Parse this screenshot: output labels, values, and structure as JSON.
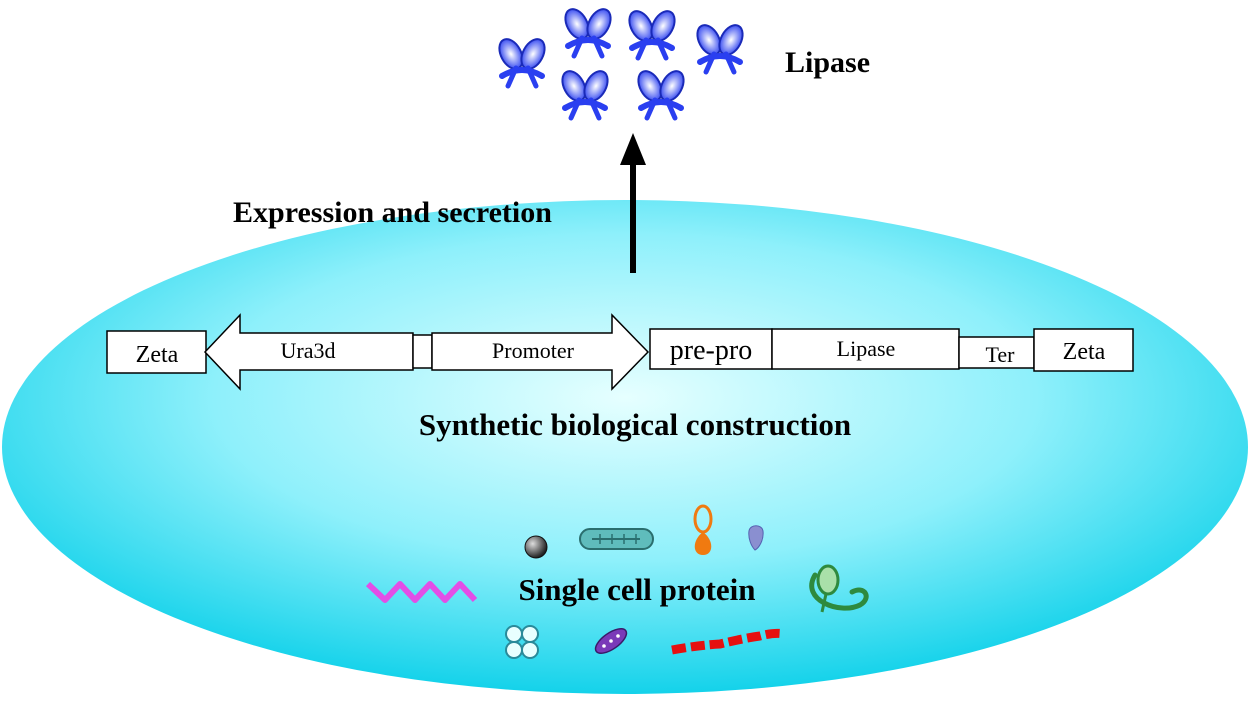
{
  "diagram": {
    "product_label": "Lipase",
    "expression_label": "Expression and secretion",
    "construct_label": "Synthetic biological construction",
    "scp_label": "Single cell protein",
    "construct": {
      "left_zeta": "Zeta",
      "ura3d": "Ura3d",
      "promoter": "Promoter",
      "prepro": "pre-pro",
      "lipase": "Lipase",
      "ter": "Ter",
      "right_zeta": "Zeta"
    }
  },
  "colors": {
    "cell_center": "#e6ffff",
    "cell_edge": "#14d2ea",
    "lipase_protein": "#2a3ff0",
    "arrow": "#000000"
  }
}
